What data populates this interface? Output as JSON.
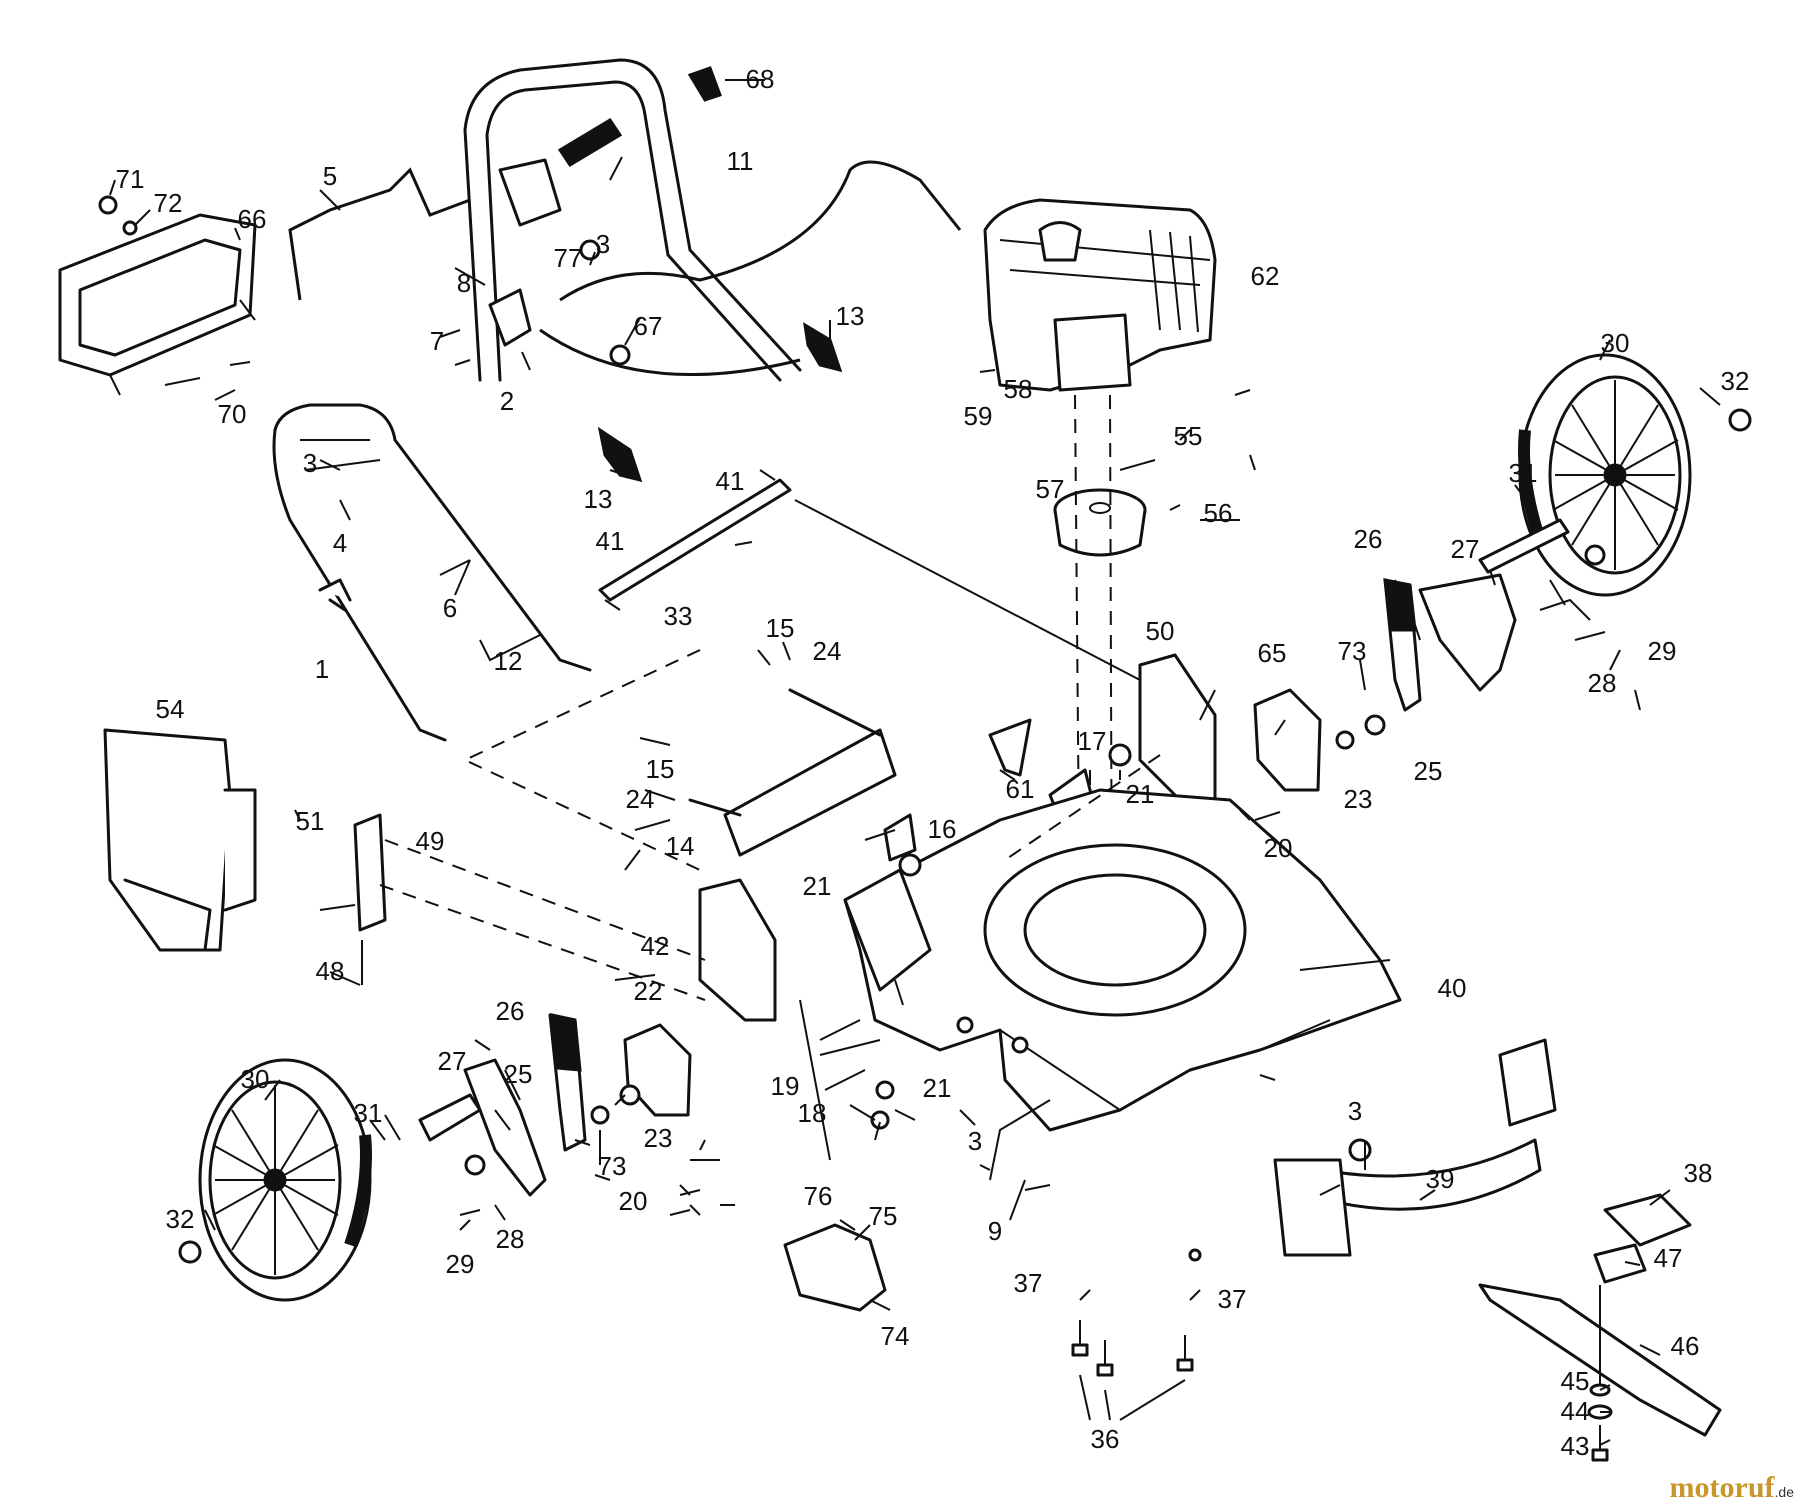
{
  "diagram": {
    "callouts": [
      {
        "id": "c1",
        "label": "1"
      },
      {
        "id": "c2",
        "label": "2"
      },
      {
        "id": "c3a",
        "label": "3"
      },
      {
        "id": "c3b",
        "label": "3"
      },
      {
        "id": "c3c",
        "label": "3"
      },
      {
        "id": "c3d",
        "label": "3"
      },
      {
        "id": "c4",
        "label": "4"
      },
      {
        "id": "c5",
        "label": "5"
      },
      {
        "id": "c6",
        "label": "6"
      },
      {
        "id": "c7",
        "label": "7"
      },
      {
        "id": "c8",
        "label": "8"
      },
      {
        "id": "c9",
        "label": "9"
      },
      {
        "id": "c11",
        "label": "11"
      },
      {
        "id": "c12",
        "label": "12"
      },
      {
        "id": "c13a",
        "label": "13"
      },
      {
        "id": "c13b",
        "label": "13"
      },
      {
        "id": "c14",
        "label": "14"
      },
      {
        "id": "c15a",
        "label": "15"
      },
      {
        "id": "c15b",
        "label": "15"
      },
      {
        "id": "c16",
        "label": "16"
      },
      {
        "id": "c17",
        "label": "17"
      },
      {
        "id": "c18",
        "label": "18"
      },
      {
        "id": "c19",
        "label": "19"
      },
      {
        "id": "c20a",
        "label": "20"
      },
      {
        "id": "c20b",
        "label": "20"
      },
      {
        "id": "c21a",
        "label": "21"
      },
      {
        "id": "c21b",
        "label": "21"
      },
      {
        "id": "c21c",
        "label": "21"
      },
      {
        "id": "c22",
        "label": "22"
      },
      {
        "id": "c23a",
        "label": "23"
      },
      {
        "id": "c23b",
        "label": "23"
      },
      {
        "id": "c24a",
        "label": "24"
      },
      {
        "id": "c24b",
        "label": "24"
      },
      {
        "id": "c25a",
        "label": "25"
      },
      {
        "id": "c25b",
        "label": "25"
      },
      {
        "id": "c26a",
        "label": "26"
      },
      {
        "id": "c26b",
        "label": "26"
      },
      {
        "id": "c27a",
        "label": "27"
      },
      {
        "id": "c27b",
        "label": "27"
      },
      {
        "id": "c28a",
        "label": "28"
      },
      {
        "id": "c28b",
        "label": "28"
      },
      {
        "id": "c29a",
        "label": "29"
      },
      {
        "id": "c29b",
        "label": "29"
      },
      {
        "id": "c30a",
        "label": "30"
      },
      {
        "id": "c30b",
        "label": "30"
      },
      {
        "id": "c31a",
        "label": "31"
      },
      {
        "id": "c31b",
        "label": "31"
      },
      {
        "id": "c32a",
        "label": "32"
      },
      {
        "id": "c32b",
        "label": "32"
      },
      {
        "id": "c33",
        "label": "33"
      },
      {
        "id": "c36",
        "label": "36"
      },
      {
        "id": "c37a",
        "label": "37"
      },
      {
        "id": "c37b",
        "label": "37"
      },
      {
        "id": "c38",
        "label": "38"
      },
      {
        "id": "c39",
        "label": "39"
      },
      {
        "id": "c40",
        "label": "40"
      },
      {
        "id": "c41a",
        "label": "41"
      },
      {
        "id": "c41b",
        "label": "41"
      },
      {
        "id": "c42",
        "label": "42"
      },
      {
        "id": "c43",
        "label": "43"
      },
      {
        "id": "c44",
        "label": "44"
      },
      {
        "id": "c45",
        "label": "45"
      },
      {
        "id": "c46",
        "label": "46"
      },
      {
        "id": "c47",
        "label": "47"
      },
      {
        "id": "c48",
        "label": "48"
      },
      {
        "id": "c49",
        "label": "49"
      },
      {
        "id": "c50",
        "label": "50"
      },
      {
        "id": "c51",
        "label": "51"
      },
      {
        "id": "c54",
        "label": "54"
      },
      {
        "id": "c55",
        "label": "55"
      },
      {
        "id": "c56",
        "label": "56"
      },
      {
        "id": "c57",
        "label": "57"
      },
      {
        "id": "c58",
        "label": "58"
      },
      {
        "id": "c59",
        "label": "59"
      },
      {
        "id": "c61",
        "label": "61"
      },
      {
        "id": "c62",
        "label": "62"
      },
      {
        "id": "c65",
        "label": "65"
      },
      {
        "id": "c66",
        "label": "66"
      },
      {
        "id": "c67",
        "label": "67"
      },
      {
        "id": "c68",
        "label": "68"
      },
      {
        "id": "c70",
        "label": "70"
      },
      {
        "id": "c71",
        "label": "71"
      },
      {
        "id": "c72",
        "label": "72"
      },
      {
        "id": "c73a",
        "label": "73"
      },
      {
        "id": "c73b",
        "label": "73"
      },
      {
        "id": "c74",
        "label": "74"
      },
      {
        "id": "c75",
        "label": "75"
      },
      {
        "id": "c76",
        "label": "76"
      },
      {
        "id": "c77",
        "label": "77"
      }
    ]
  },
  "watermark": {
    "main": "motoruf",
    "suffix": ".de"
  }
}
